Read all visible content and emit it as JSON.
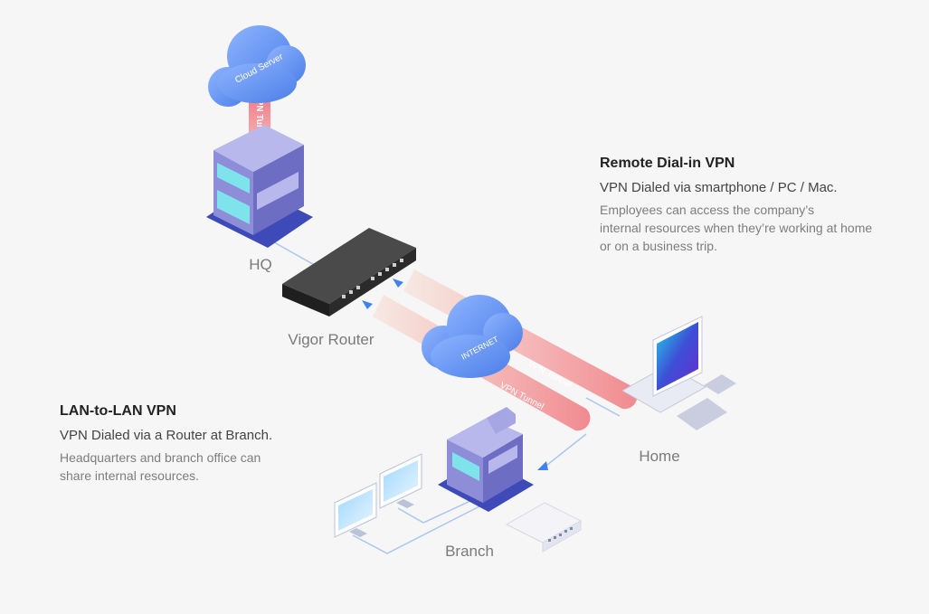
{
  "nodes": {
    "cloud_server": "Cloud Server",
    "hq": "HQ",
    "router": "Vigor Router",
    "internet": "INTERNET",
    "home": "Home",
    "branch": "Branch"
  },
  "tunnels": {
    "hq_cloud": "VPN Tunnel",
    "home": "VPN Tunnel",
    "branch": "VPN Tunnel"
  },
  "remote_vpn": {
    "title": "Remote Dial-in VPN",
    "subtitle": "VPN Dialed via smartphone / PC / Mac.",
    "description_lines": [
      "Employees can access the company’s",
      "internal resources when they’re working at home",
      "or on a business trip."
    ]
  },
  "lan_vpn": {
    "title": "LAN-to-LAN VPN",
    "subtitle": "VPN Dialed via a Router at Branch.",
    "description_lines": [
      "Headquarters and branch office can",
      "share internal resources."
    ]
  },
  "colors": {
    "cloud": "#5b8ef5",
    "tunnel": "#f2a4a4",
    "building": "#8e8ed8",
    "building_glass": "#7fe3ec",
    "router_body": "#3a3a3a",
    "link_line": "#a9c6ef",
    "arrow": "#3f82f0"
  }
}
